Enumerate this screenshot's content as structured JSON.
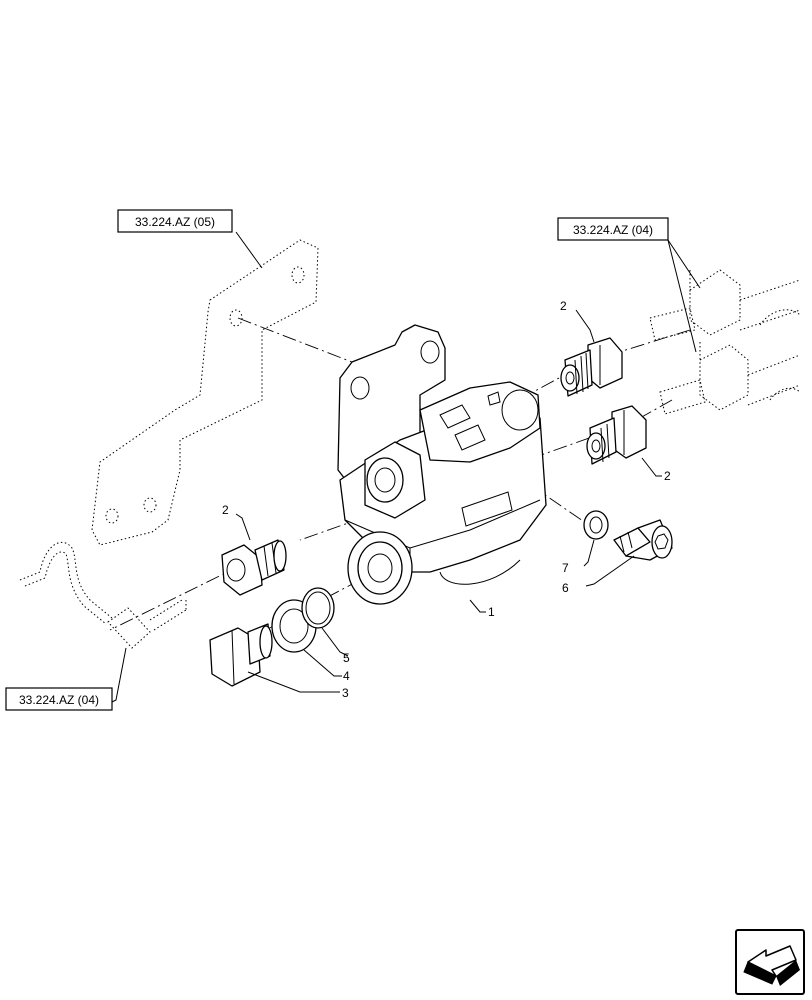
{
  "references": {
    "top_left": "33.224.AZ (05)",
    "top_right": "33.224.AZ (04)",
    "bottom_left": "33.224.AZ (04)"
  },
  "callouts": {
    "item_1": "1",
    "item_2_upper_right": "2",
    "item_2_lower_right": "2",
    "item_2_left": "2",
    "item_3": "3",
    "item_4": "4",
    "item_5": "5",
    "item_6": "6",
    "item_7": "7"
  },
  "icons": {
    "corner_icon": "back-arrow-icon"
  }
}
